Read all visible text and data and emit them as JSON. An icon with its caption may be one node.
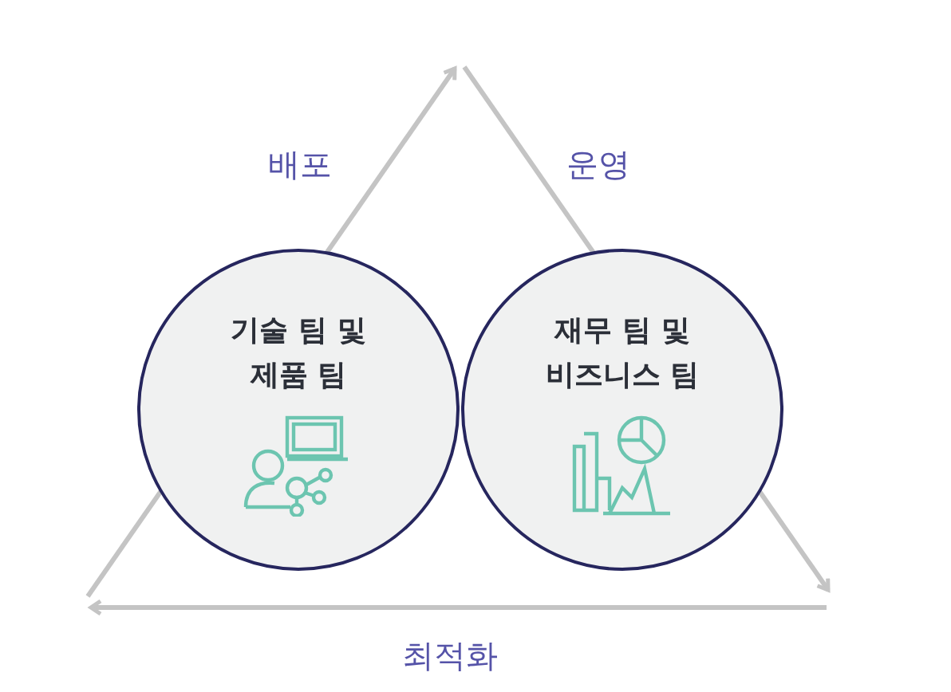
{
  "diagram": {
    "nodes": [
      {
        "text": [
          "기술 팀 및 제품 팀"
        ]
      },
      {
        "text": [
          "재무 팀 및 비즈니스 팀"
        ]
      }
    ],
    "labels": [
      "배포",
      "운영",
      "최적화"
    ]
  }
}
